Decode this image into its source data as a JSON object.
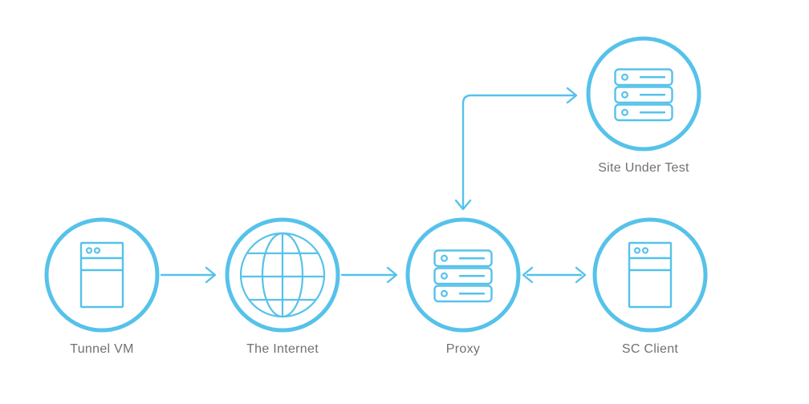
{
  "diagram": {
    "background_color": "#ffffff",
    "accent_color": "#56C2EA",
    "label_color": "#6E7174",
    "nodes": [
      {
        "id": "tunnel-vm",
        "label": "Tunnel VM",
        "icon": "tower-server-icon"
      },
      {
        "id": "the-internet",
        "label": "The Internet",
        "icon": "globe-icon"
      },
      {
        "id": "proxy",
        "label": "Proxy",
        "icon": "server-stack-icon"
      },
      {
        "id": "sc-client",
        "label": "SC Client",
        "icon": "tower-server-icon"
      },
      {
        "id": "site-under-test",
        "label": "Site Under Test",
        "icon": "server-stack-icon"
      }
    ],
    "connections": [
      {
        "from": "tunnel-vm",
        "to": "the-internet",
        "style": "single-arrow-right"
      },
      {
        "from": "the-internet",
        "to": "proxy",
        "style": "single-arrow-right"
      },
      {
        "from": "proxy",
        "to": "sc-client",
        "style": "double-headed-arrow"
      },
      {
        "from": "proxy",
        "to": "site-under-test",
        "style": "double-headed-elbow-arrow"
      }
    ]
  }
}
